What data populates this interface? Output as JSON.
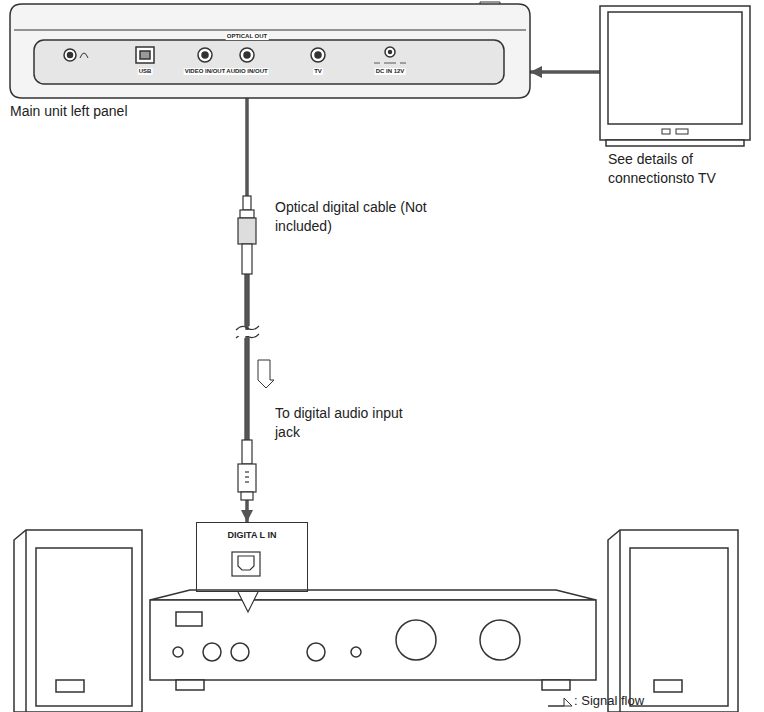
{
  "diagram": {
    "nodes": [
      {
        "text": [
          "Main unit left panel"
        ]
      },
      {
        "text": [
          "DIGITA L IN"
        ]
      },
      {
        "text": [
          "See details of connectionsto TV"
        ]
      }
    ],
    "edges": [
      {
        "from": 0,
        "to": 1,
        "arrow": "to",
        "label": "Optical digital cable (Not included)"
      },
      {
        "from": 2,
        "to": 0,
        "arrow": "to"
      }
    ],
    "labels": [
      "USB",
      "VIDEO IN/OUT",
      "OPTICAL OUT",
      "AUDIO IN/OUT",
      "TV",
      "DC IN 12V",
      "To digital audio input jack"
    ],
    "legend": [
      {
        "text": ": Signal flow"
      }
    ]
  }
}
